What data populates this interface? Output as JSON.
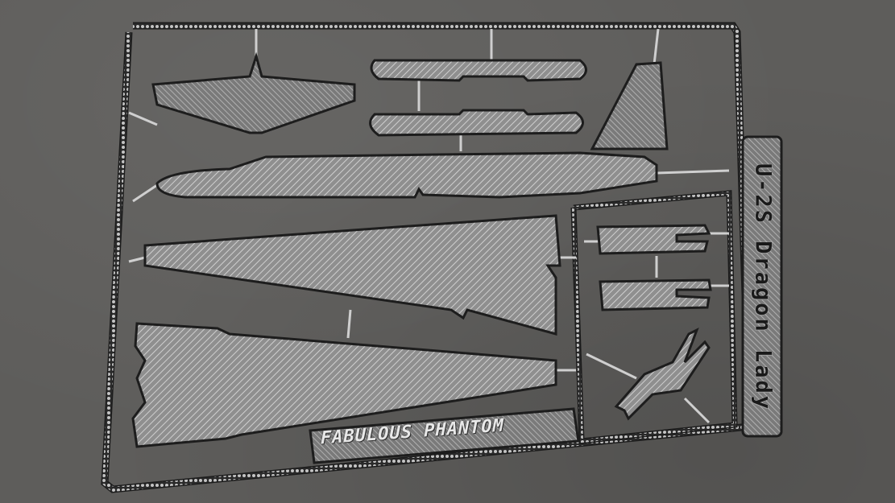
{
  "scene": {
    "subject": "3D-printed model aircraft kit sprue",
    "background_color": "#5e5d5b",
    "plastic_color": "#b9b9b9"
  },
  "labels": {
    "side_plate": "U-2S Dragon Lady",
    "bottom_plate": "FABULOUS PHANTOM"
  },
  "parts": [
    {
      "name": "horizontal-stabilizer"
    },
    {
      "name": "wingtip-pod-upper"
    },
    {
      "name": "wingtip-pod-lower"
    },
    {
      "name": "vertical-tail"
    },
    {
      "name": "fuselage"
    },
    {
      "name": "wing-left"
    },
    {
      "name": "wing-right"
    },
    {
      "name": "small-part-1"
    },
    {
      "name": "small-part-2"
    },
    {
      "name": "landing-gear"
    }
  ]
}
